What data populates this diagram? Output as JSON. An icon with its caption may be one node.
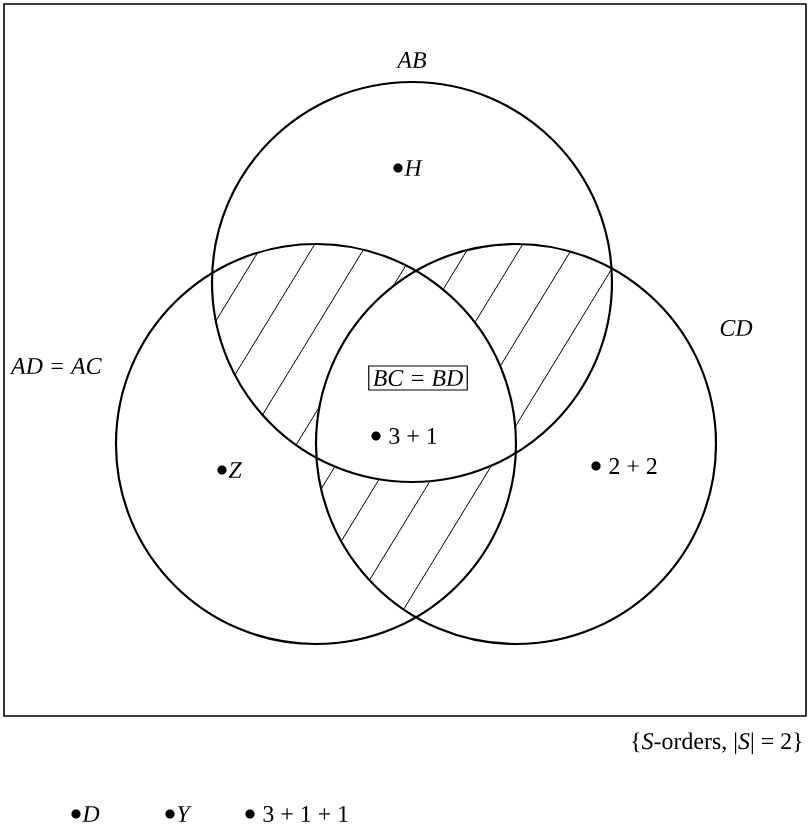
{
  "diagram": {
    "nodes": [
      {
        "text": [
          "{*S*-orders, |*S*| = 2}"
        ]
      },
      {
        "text": [
          "AB"
        ],
        "in": 0
      },
      {
        "text": [
          "AD = AC"
        ],
        "in": 0
      },
      {
        "text": [
          "CD"
        ],
        "in": 0
      },
      {
        "text": [
          "BC = BD"
        ]
      }
    ],
    "labels": [
      "H",
      "3 + 1",
      "Z",
      "2 + 2",
      "D",
      "Y",
      "3 + 1 + 1"
    ]
  }
}
